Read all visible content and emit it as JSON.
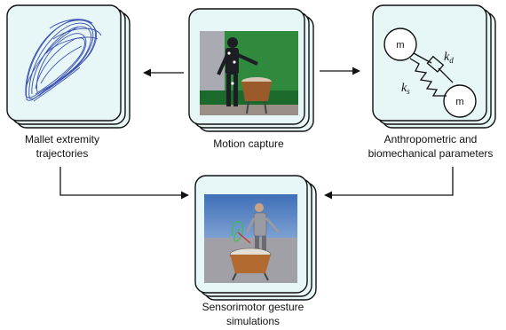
{
  "nodes": {
    "motion_capture": {
      "label": "Motion capture"
    },
    "trajectories": {
      "label_line1": "Mallet extremity",
      "label_line2": "trajectories"
    },
    "parameters": {
      "label_line1": "Anthropometric and",
      "label_line2": "biomechanical parameters"
    },
    "simulation": {
      "label_line1": "Sensorimotor gesture",
      "label_line2": "simulations"
    }
  },
  "spring_model": {
    "mass_top": "m",
    "mass_bottom": "m",
    "damper_label": "k",
    "damper_sub": "d",
    "spring_label": "k",
    "spring_sub": "s"
  },
  "colors": {
    "card_fill": "#e7f6f6",
    "card_border": "#111111",
    "trajectory": "#3a4fb0",
    "arrow": "#111111"
  }
}
